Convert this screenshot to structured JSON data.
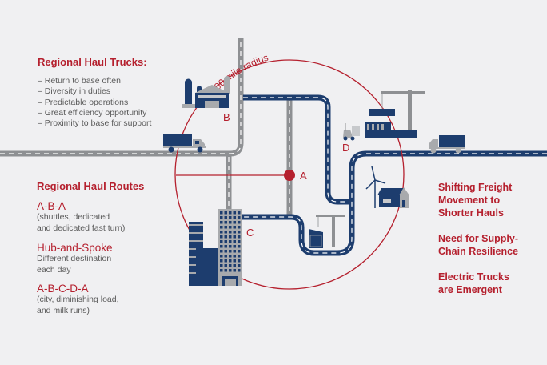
{
  "colors": {
    "background": "#f0f0f2",
    "accent_red": "#b5202e",
    "navy": "#1d3d6e",
    "road_gray": "#8e9093",
    "text_gray": "#5a5a5a"
  },
  "left_panel": {
    "trucks_title": "Regional Haul Trucks:",
    "trucks_items": [
      "– Return to base often",
      "– Diversity in duties",
      "– Predictable operations",
      "– Great efficiency opportunity",
      "– Proximity to base for support"
    ],
    "routes_title": "Regional Haul Routes",
    "routes": [
      {
        "name": "A-B-A",
        "desc_lines": [
          "(shuttles, dedicated",
          "and dedicated fast turn)"
        ]
      },
      {
        "name": "Hub-and-Spoke",
        "desc_lines": [
          "Different destination",
          "each day"
        ]
      },
      {
        "name": "A-B-C-D-A",
        "desc_lines": [
          "(city, diminishing load,",
          "and milk runs)"
        ]
      }
    ]
  },
  "right_panel": {
    "points": [
      {
        "lines": [
          "Shifting Freight",
          "Movement to",
          "Shorter Hauls"
        ]
      },
      {
        "lines": [
          "Need for Supply-",
          "Chain Resilience"
        ]
      },
      {
        "lines": [
          "Electric Trucks",
          "are Emergent"
        ]
      }
    ]
  },
  "diagram": {
    "radius_label": "300 mile radius",
    "points": {
      "a": "A",
      "b": "B",
      "c": "C",
      "d": "D"
    },
    "icons": [
      "farm-icon",
      "truck-icon",
      "city-buildings-icon",
      "crane-icon",
      "warehouse-containers-icon",
      "forklift-icon",
      "wind-turbine-icon",
      "house-icon"
    ]
  }
}
